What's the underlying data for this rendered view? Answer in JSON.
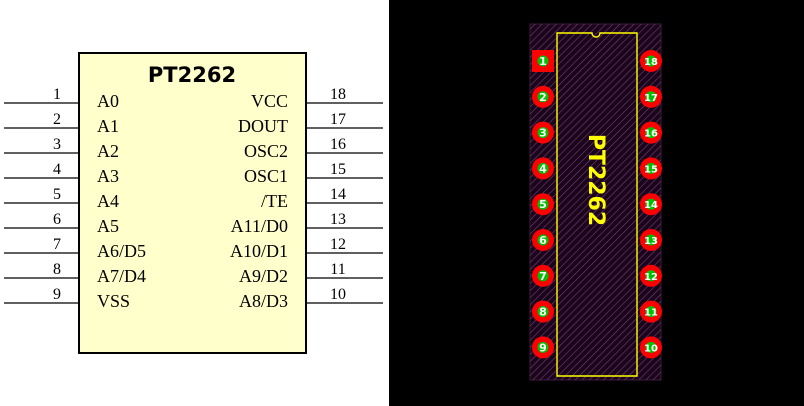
{
  "chip": {
    "name": "PT2262",
    "colors": {
      "body_fill": "#ffffcc",
      "pcb_background": "#000000",
      "pad_red": "#ff0000",
      "pad_green": "#00c000",
      "silkscreen": "#ffff00",
      "courtyard": "#8a3a8a"
    },
    "left_pins": [
      {
        "num": "1",
        "label": "A0"
      },
      {
        "num": "2",
        "label": "A1"
      },
      {
        "num": "3",
        "label": "A2"
      },
      {
        "num": "4",
        "label": "A3"
      },
      {
        "num": "5",
        "label": "A4"
      },
      {
        "num": "6",
        "label": "A5"
      },
      {
        "num": "7",
        "label": "A6/D5"
      },
      {
        "num": "8",
        "label": "A7/D4"
      },
      {
        "num": "9",
        "label": "VSS"
      }
    ],
    "right_pins": [
      {
        "num": "18",
        "label": "VCC"
      },
      {
        "num": "17",
        "label": "DOUT"
      },
      {
        "num": "16",
        "label": "OSC2"
      },
      {
        "num": "15",
        "label": "OSC1"
      },
      {
        "num": "14",
        "label": "/TE"
      },
      {
        "num": "13",
        "label": "A11/D0"
      },
      {
        "num": "12",
        "label": "A10/D1"
      },
      {
        "num": "11",
        "label": "A9/D2"
      },
      {
        "num": "10",
        "label": "A8/D3"
      }
    ]
  },
  "footprint": {
    "label": "PT2262",
    "left_pads": [
      "1",
      "2",
      "3",
      "4",
      "5",
      "6",
      "7",
      "8",
      "9"
    ],
    "right_pads": [
      "18",
      "17",
      "16",
      "15",
      "14",
      "13",
      "12",
      "11",
      "10"
    ]
  }
}
